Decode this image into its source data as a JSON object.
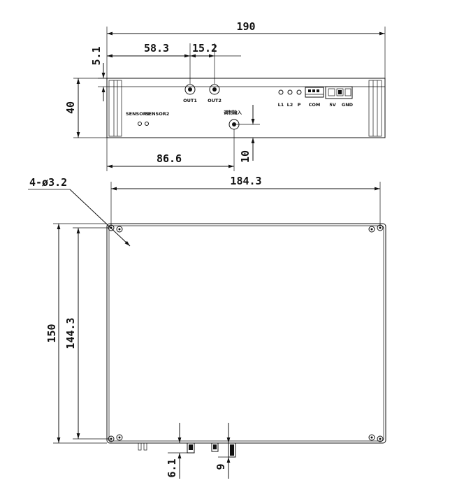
{
  "front_view": {
    "dimensions": {
      "overall_width": "190",
      "out1_offset": "58.3",
      "out_spacing": "15.2",
      "top_margin": "5.1",
      "height": "40",
      "modulation_offset": "86.6",
      "modulation_height": "10"
    },
    "labels": {
      "sensor1": "SENSOR1",
      "sensor2": "SENSOR2",
      "out1": "OUT1",
      "out2": "OUT2",
      "mod_input": "调制输入",
      "l1": "L1",
      "l2": "L2",
      "p": "P",
      "com": "COM",
      "v5": "5V",
      "gnd": "GND"
    }
  },
  "top_view": {
    "dimensions": {
      "holes": "4-ø3.2",
      "hole_spacing_x": "184.3",
      "overall_depth": "150",
      "hole_spacing_y": "144.3",
      "connector_a": "6.1",
      "connector_b": "9"
    }
  }
}
